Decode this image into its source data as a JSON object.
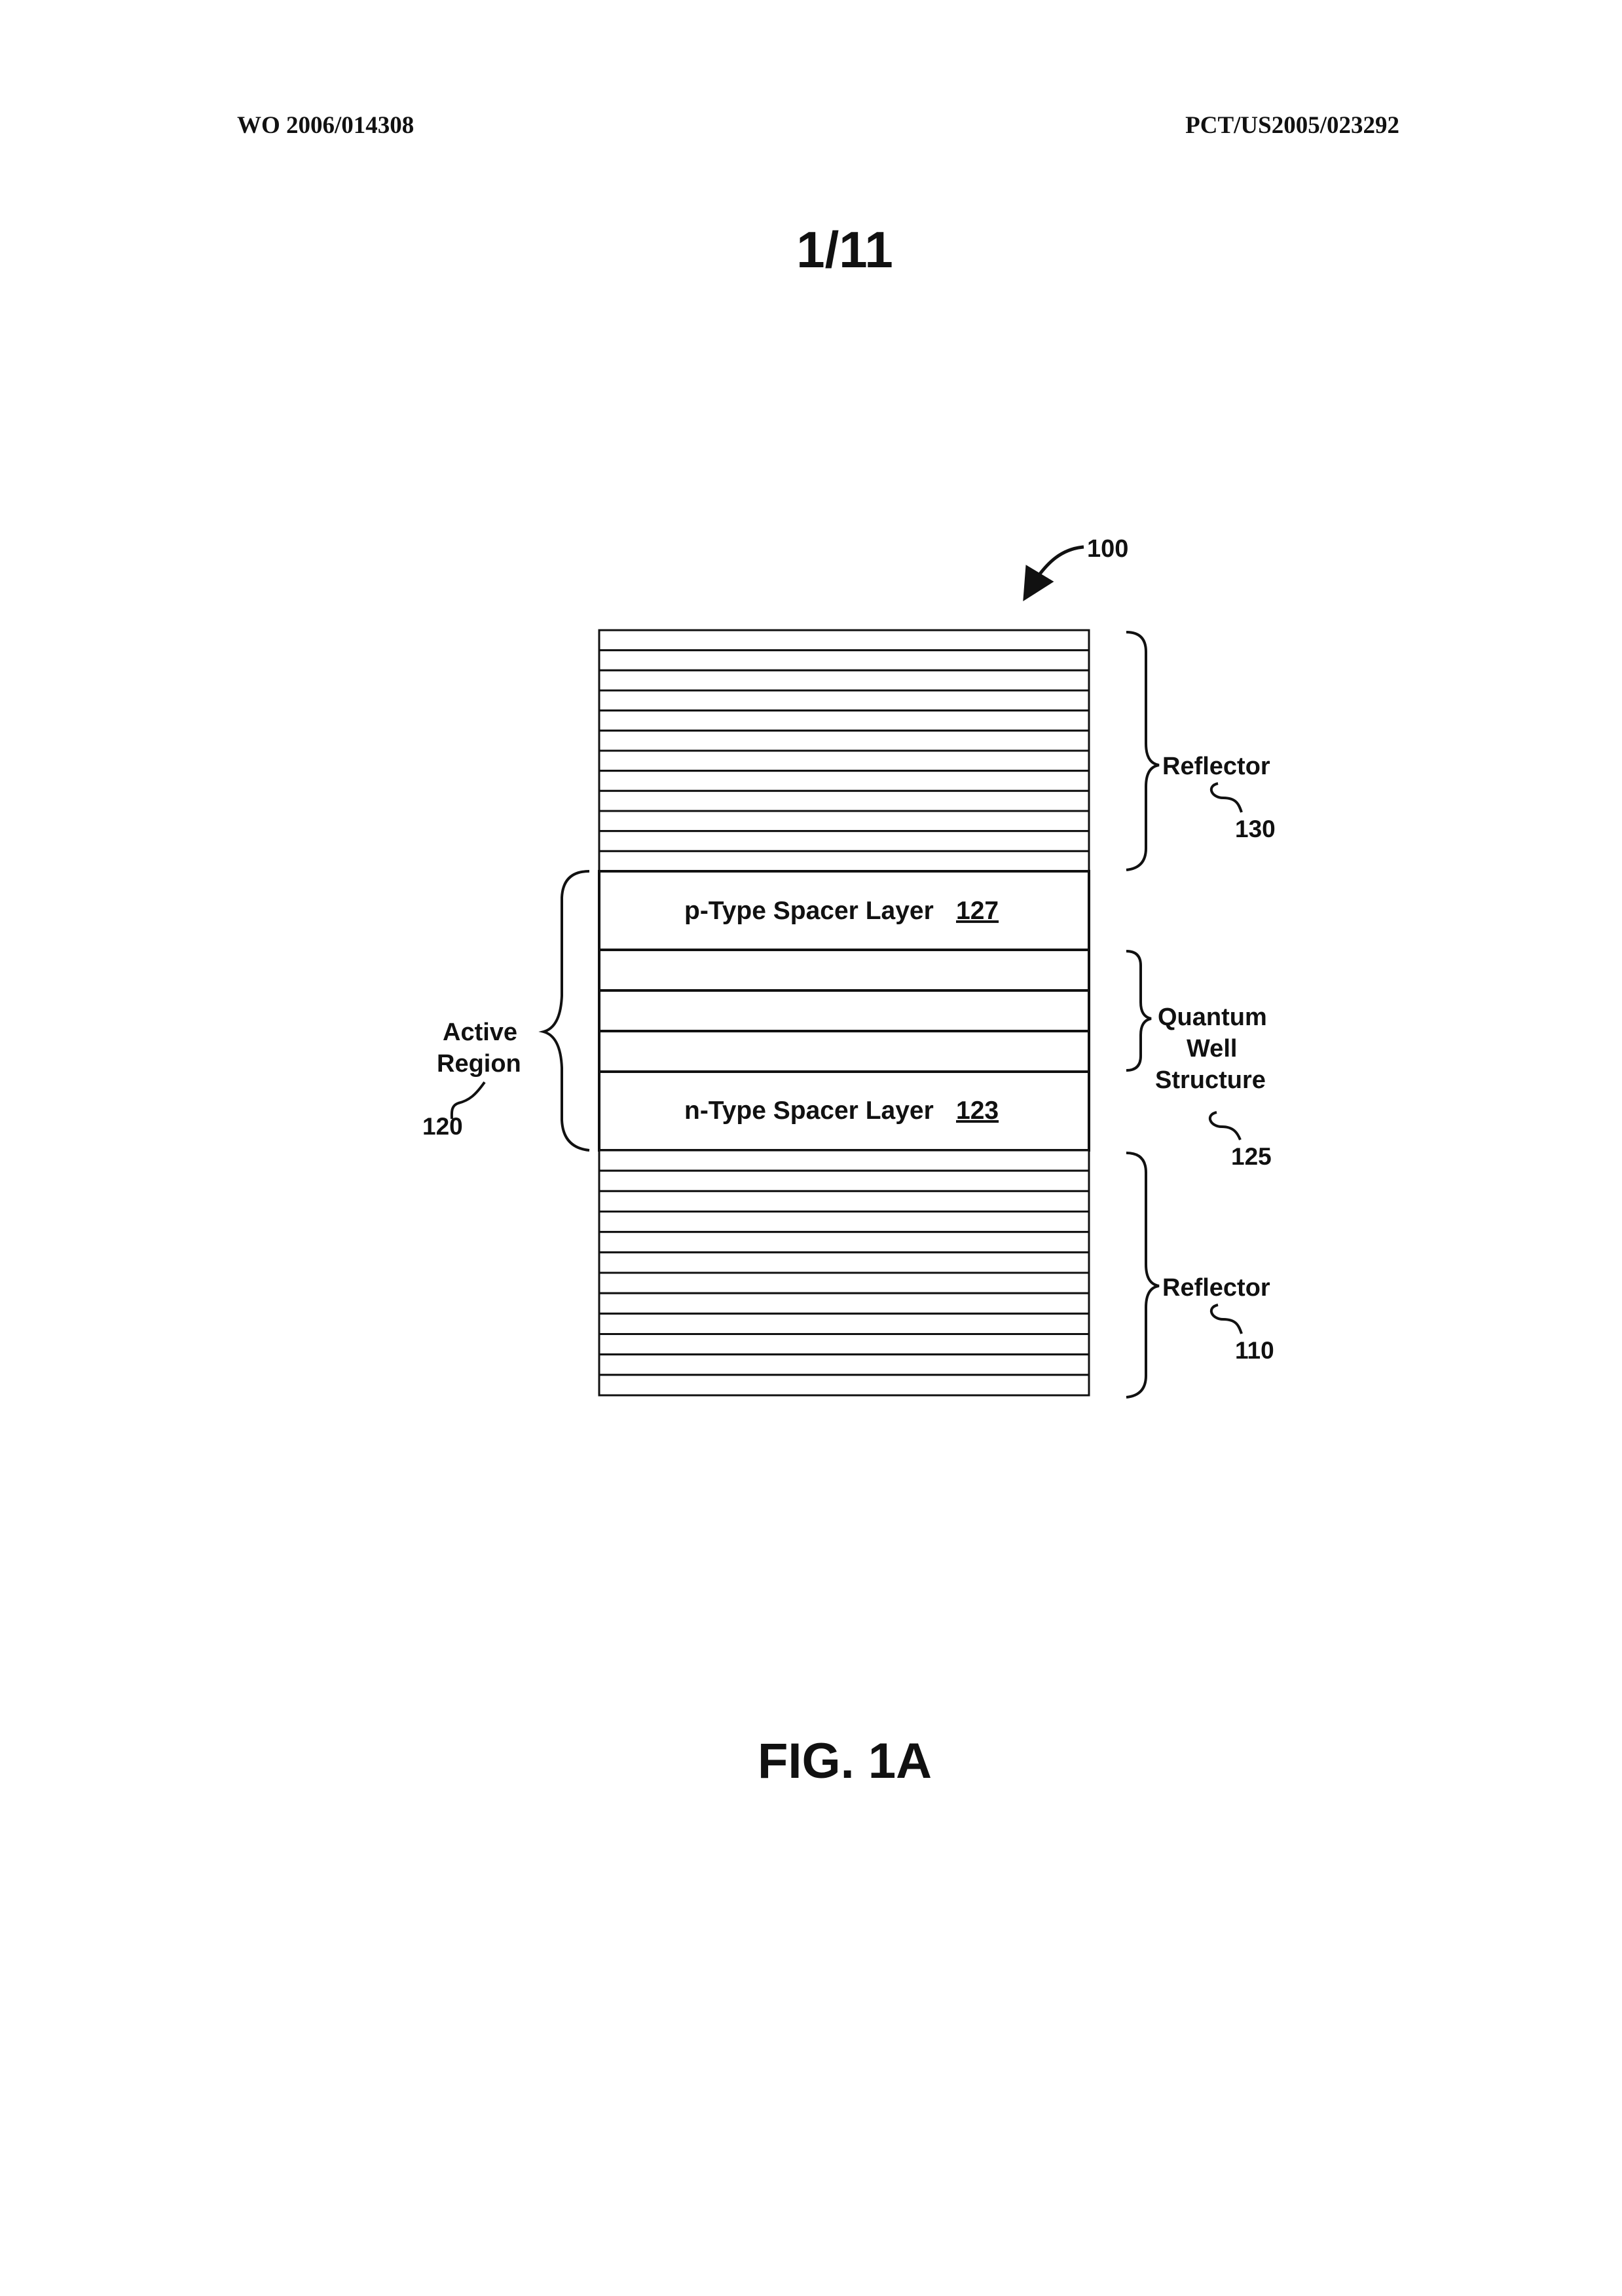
{
  "header": {
    "publication_number": "WO 2006/014308",
    "application_number": "PCT/US2005/023292"
  },
  "sheet_label": "1/11",
  "figure_label": "FIG. 1A",
  "diagram": {
    "device_ref": "100",
    "p_spacer": {
      "text": "p-Type Spacer Layer",
      "ref": "127"
    },
    "n_spacer": {
      "text": "n-Type Spacer Layer",
      "ref": "123"
    },
    "top_reflector": {
      "label": "Reflector",
      "ref": "130"
    },
    "bottom_reflector": {
      "label": "Reflector",
      "ref": "110"
    },
    "quantum_well": {
      "label_line1": "Quantum",
      "label_line2": "Well",
      "label_line3": "Structure",
      "ref": "125"
    },
    "active_region": {
      "label_line1": "Active",
      "label_line2": "Region",
      "ref": "120"
    }
  }
}
